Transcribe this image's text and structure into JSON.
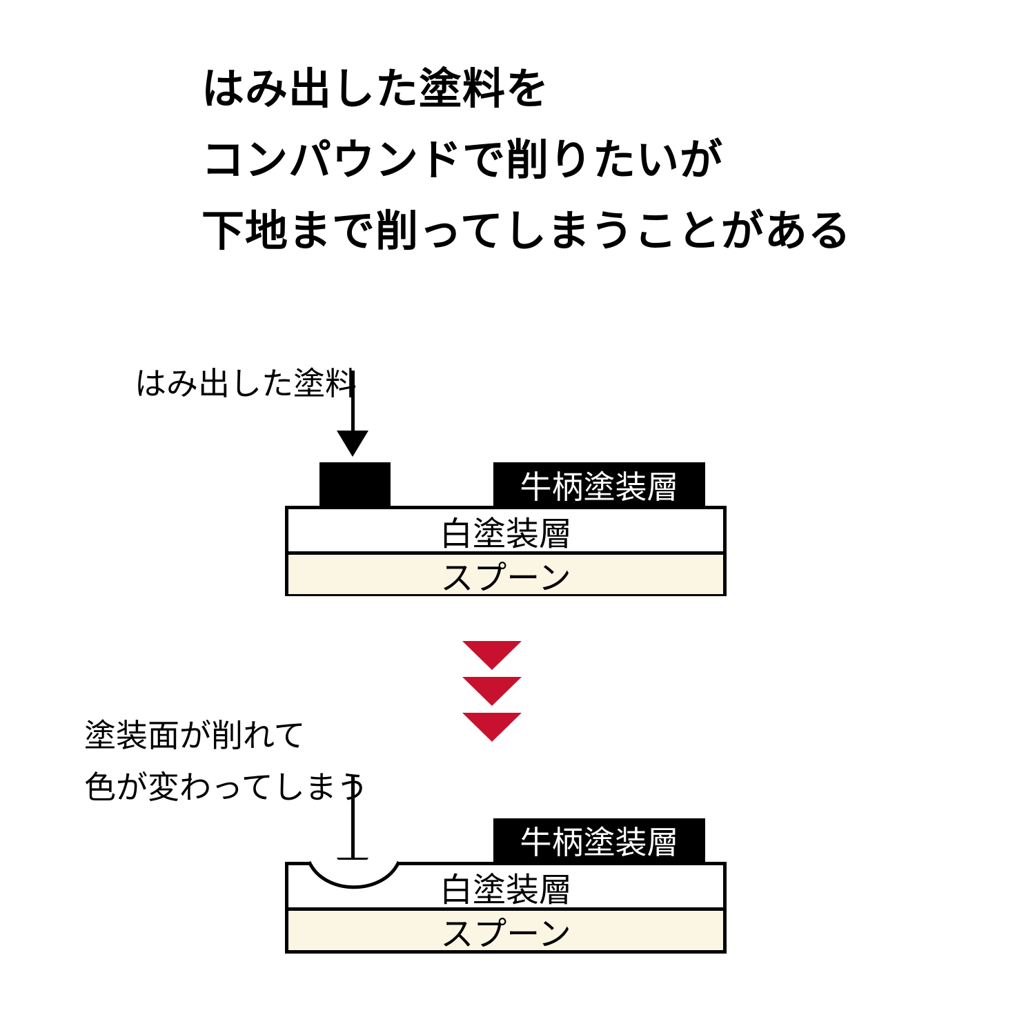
{
  "colors": {
    "ink": "#000000",
    "paper": "#ffffff",
    "cream": "#fbf6e3",
    "red": "#c8112e"
  },
  "title": {
    "lines": [
      "はみ出した塗料を",
      "コンパウンドで削りたいが",
      "下地まで削ってしまうことがある"
    ]
  },
  "diagram_before": {
    "callout_label": "はみ出した塗料",
    "arrow_icon": "arrow-down",
    "layers": {
      "pattern_label": "牛柄塗装層",
      "white_label": "白塗装層",
      "base_label": "スプーン"
    }
  },
  "transition": {
    "icon": "chevron-down",
    "count": 3
  },
  "diagram_after": {
    "callout_lines": [
      "塗装面が削れて",
      "色が変わってしまう"
    ],
    "arrow_icon": "arrow-down",
    "layers": {
      "pattern_label": "牛柄塗装層",
      "white_label": "白塗装層",
      "base_label": "スプーン"
    }
  }
}
